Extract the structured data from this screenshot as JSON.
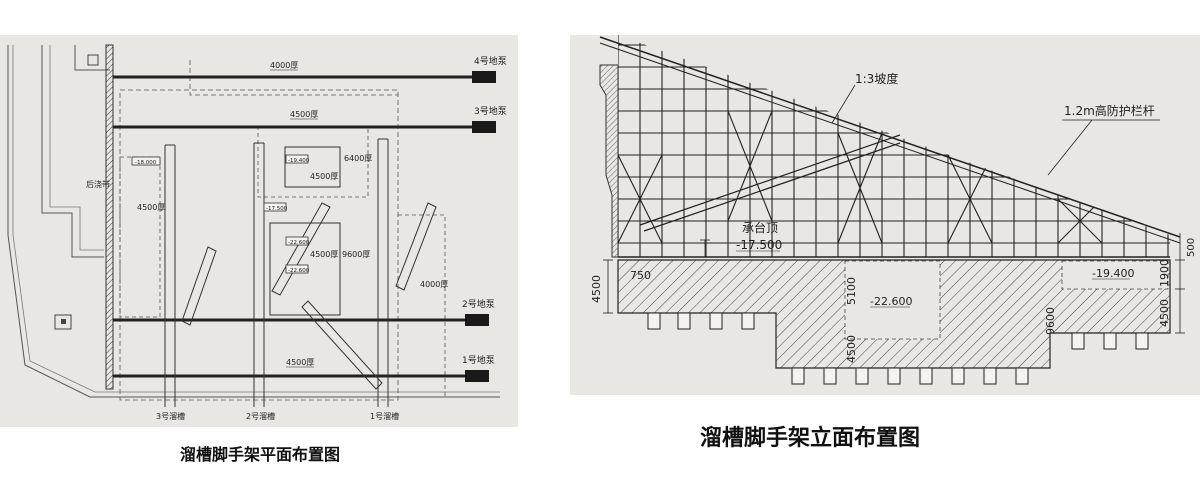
{
  "plan": {
    "caption": "溜槽脚手架平面布置图",
    "pumps": [
      "4号地泵",
      "3号地泵",
      "2号地泵",
      "1号地泵"
    ],
    "thickness_top1": "4000厚",
    "thickness_top2": "4500厚",
    "thickness_bottom": "4500厚",
    "thickness_left": "4500厚",
    "thickness_right": "4000厚",
    "thickness_inner_a": "6400厚",
    "thickness_inner_b": "4500厚",
    "thickness_inner_c": "4500厚",
    "thickness_inner_d": "9600厚",
    "elev_18000": "-18.000",
    "elev_17500": "-17.500",
    "elev_19400": "-19.400",
    "elev_22600a": "-22.600",
    "elev_22600b": "-22.600",
    "post_pour_strip": "后浇带",
    "chutes": [
      "3号溜槽",
      "2号溜槽",
      "1号溜槽"
    ]
  },
  "elevation": {
    "caption": "溜槽脚手架立面布置图",
    "slope": "1:3坡度",
    "guardrail": "1.2m高防护栏杆",
    "cap_top": "承台顶",
    "cap_top_elev": "-17.500",
    "dim_4500_left": "4500",
    "dim_750": "750",
    "dim_5100": "5100",
    "dim_4500_mid": "4500",
    "elev_22600": "-22.600",
    "dim_9600": "9600",
    "elev_19400": "-19.400",
    "dim_1900": "1900",
    "dim_4500_right": "4500",
    "dim_500": "500"
  }
}
